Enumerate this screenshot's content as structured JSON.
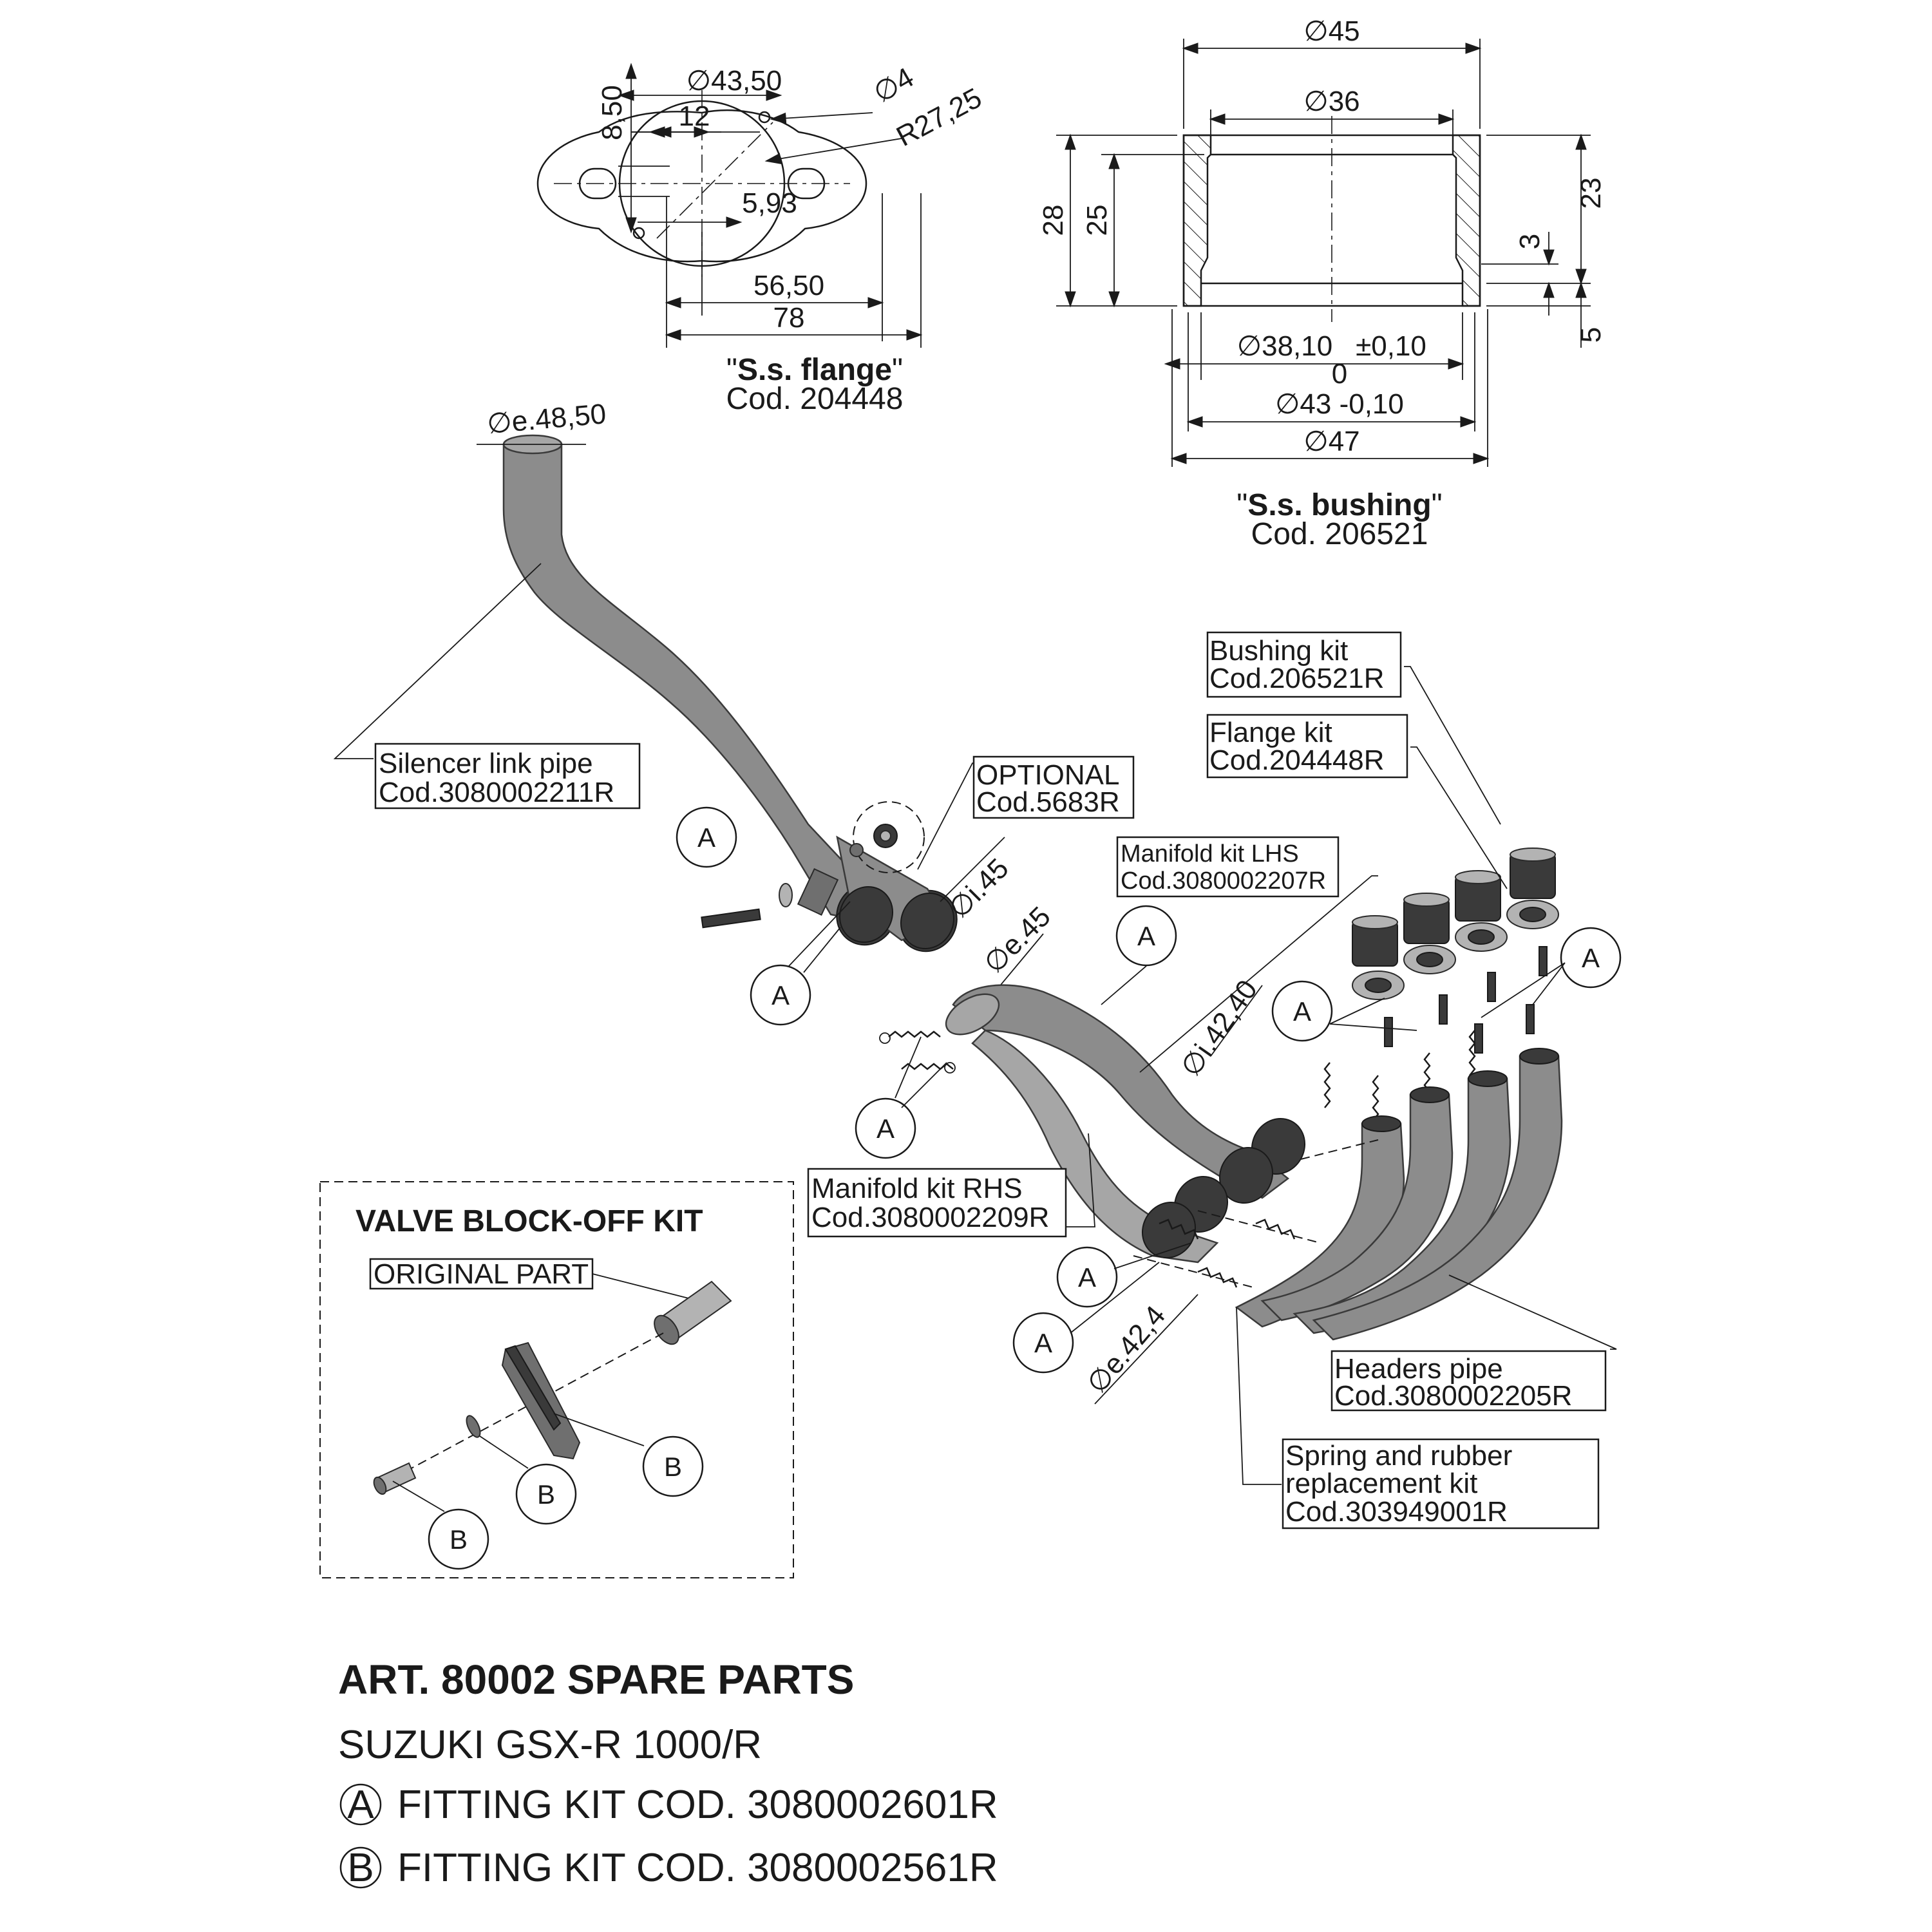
{
  "flange": {
    "dims": {
      "d_bore": "∅43,50",
      "d_hole": "∅4",
      "radius": "R27,25",
      "h_850": "8,50",
      "w_12": "12",
      "off_593": "5,93",
      "w_5650": "56,50",
      "w_78": "78"
    },
    "caption_name": "S.s. flange",
    "caption_code": "Cod. 204448"
  },
  "bushing": {
    "dims": {
      "d45": "∅45",
      "d36": "∅36",
      "h28": "28",
      "h25": "25",
      "h23": "23",
      "h3": "3",
      "h5": "5",
      "d3810": "∅38,10",
      "tol_plus": "±0,10",
      "tol_zero": "0",
      "d43": "∅43 -0,10",
      "d47": "∅47"
    },
    "caption_name": "S.s. bushing",
    "caption_code": "Cod. 206521"
  },
  "exploded": {
    "pipe_dia_top": "∅e.48,50",
    "dia_i45": "∅i.45",
    "dia_e45": "∅e.45",
    "dia_i4240": "∅i.42,40",
    "dia_e424": "∅e.42,4",
    "labels": {
      "silencer_name": "Silencer link pipe",
      "silencer_code": "Cod.3080002211R",
      "optional_name": "OPTIONAL",
      "optional_code": "Cod.5683R",
      "bushing_kit_name": "Bushing kit",
      "bushing_kit_code": "Cod.206521R",
      "flange_kit_name": "Flange kit",
      "flange_kit_code": "Cod.204448R",
      "lhs_name": "Manifold kit LHS",
      "lhs_code": "Cod.3080002207R",
      "rhs_name": "Manifold kit RHS",
      "rhs_code": "Cod.3080002209R",
      "headers_name": "Headers pipe",
      "headers_code": "Cod.3080002205R",
      "spring_line1": "Spring and rubber",
      "spring_line2": "replacement kit",
      "spring_code": "Cod.303949001R"
    },
    "callout_a": "A",
    "callout_b": "B"
  },
  "valve_kit": {
    "title": "VALVE BLOCK-OFF KIT",
    "original_part": "ORIGINAL PART"
  },
  "footer": {
    "title": "ART. 80002 SPARE PARTS",
    "model": "SUZUKI GSX-R 1000/R",
    "kit_a_letter": "A",
    "kit_a_text": "FITTING KIT COD. 3080002601R",
    "kit_b_letter": "B",
    "kit_b_text": "FITTING KIT COD. 3080002561R"
  }
}
